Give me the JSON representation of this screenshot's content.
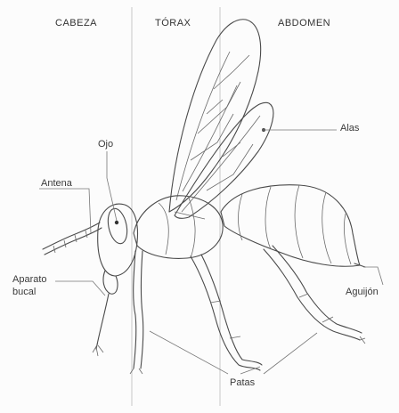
{
  "sections": {
    "head": "CABEZA",
    "thorax": "TÓRAX",
    "abdomen": "ABDOMEN"
  },
  "labels": {
    "eye": "Ojo",
    "antenna": "Antena",
    "wings": "Alas",
    "mouthparts_line1": "Aparato",
    "mouthparts_line2": "bucal",
    "stinger": "Aguijón",
    "legs": "Patas"
  }
}
